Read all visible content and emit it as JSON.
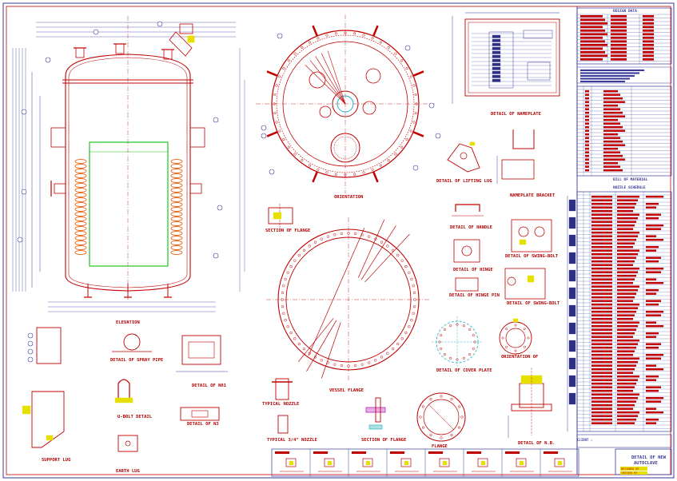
{
  "drawing": {
    "title_block": {
      "title_line1": "DETAIL OF NEW",
      "title_line2": "AUTOCLAVE",
      "client_label": "CLIENT :",
      "sub1": "DESIGNED BY",
      "sub2": "CHECKED BY"
    },
    "labels": {
      "elevation": "ELEVATION",
      "orientation": "ORIENTATION",
      "vessel_flange": "VESSEL FLANGE",
      "detail_nameplate": "DETAIL OF NAMEPLATE",
      "detail_lifting_lug": "DETAIL OF LIFTING LUG",
      "nameplate_bracket": "NAMEPLATE BRACKET",
      "section_flange_b": "SECTION OF FLANGE",
      "detail_handle": "DETAIL OF HANDLE",
      "detail_hinge": "DETAIL OF HINGE",
      "detail_hinge_pin": "DETAIL OF HINGE PIN",
      "detail_swing_bolt": "DETAIL OF SWING-BOLT",
      "detail_cover_plate": "DETAIL OF COVER PLATE",
      "orientation_of": "ORIENTATION OF",
      "detail_spray_pipe": "DETAIL OF SPRAY PIPE",
      "detail_of_n1": "DETAIL OF N01",
      "u_bolt_detail": "U-BOLT DETAIL",
      "detail_of_n3": "DETAIL OF N3",
      "earth_lug": "EARTH LUG",
      "support_lug": "SUPPORT LUG",
      "typical_nozzle": "TYPICAL NOZZLE",
      "typical_3_4_nozzle": "TYPICAL 3/4\" NOZZLE",
      "section_of_flange": "SECTION OF FLANGE",
      "flange": "FLANGE",
      "detail_of_nb": "DETAIL OF N.B.",
      "design_data": "DESIGN DATA",
      "nozzle_schedule": "NOZZLE SCHEDULE",
      "bill_of_material": "BILL OF MATERIAL"
    },
    "colors": {
      "geometry": "#c00000",
      "dimension": "#3a3a9a",
      "text": "#b00000",
      "accent_green": "#1ec01e",
      "coil": "#e46a1a",
      "highlight": "#e6e000",
      "cyan": "#10b0c0",
      "magenta": "#c020c0",
      "border": "#3a3a9a"
    },
    "icons": [
      "balloon-marker-icon",
      "section-arrow-icon"
    ]
  }
}
